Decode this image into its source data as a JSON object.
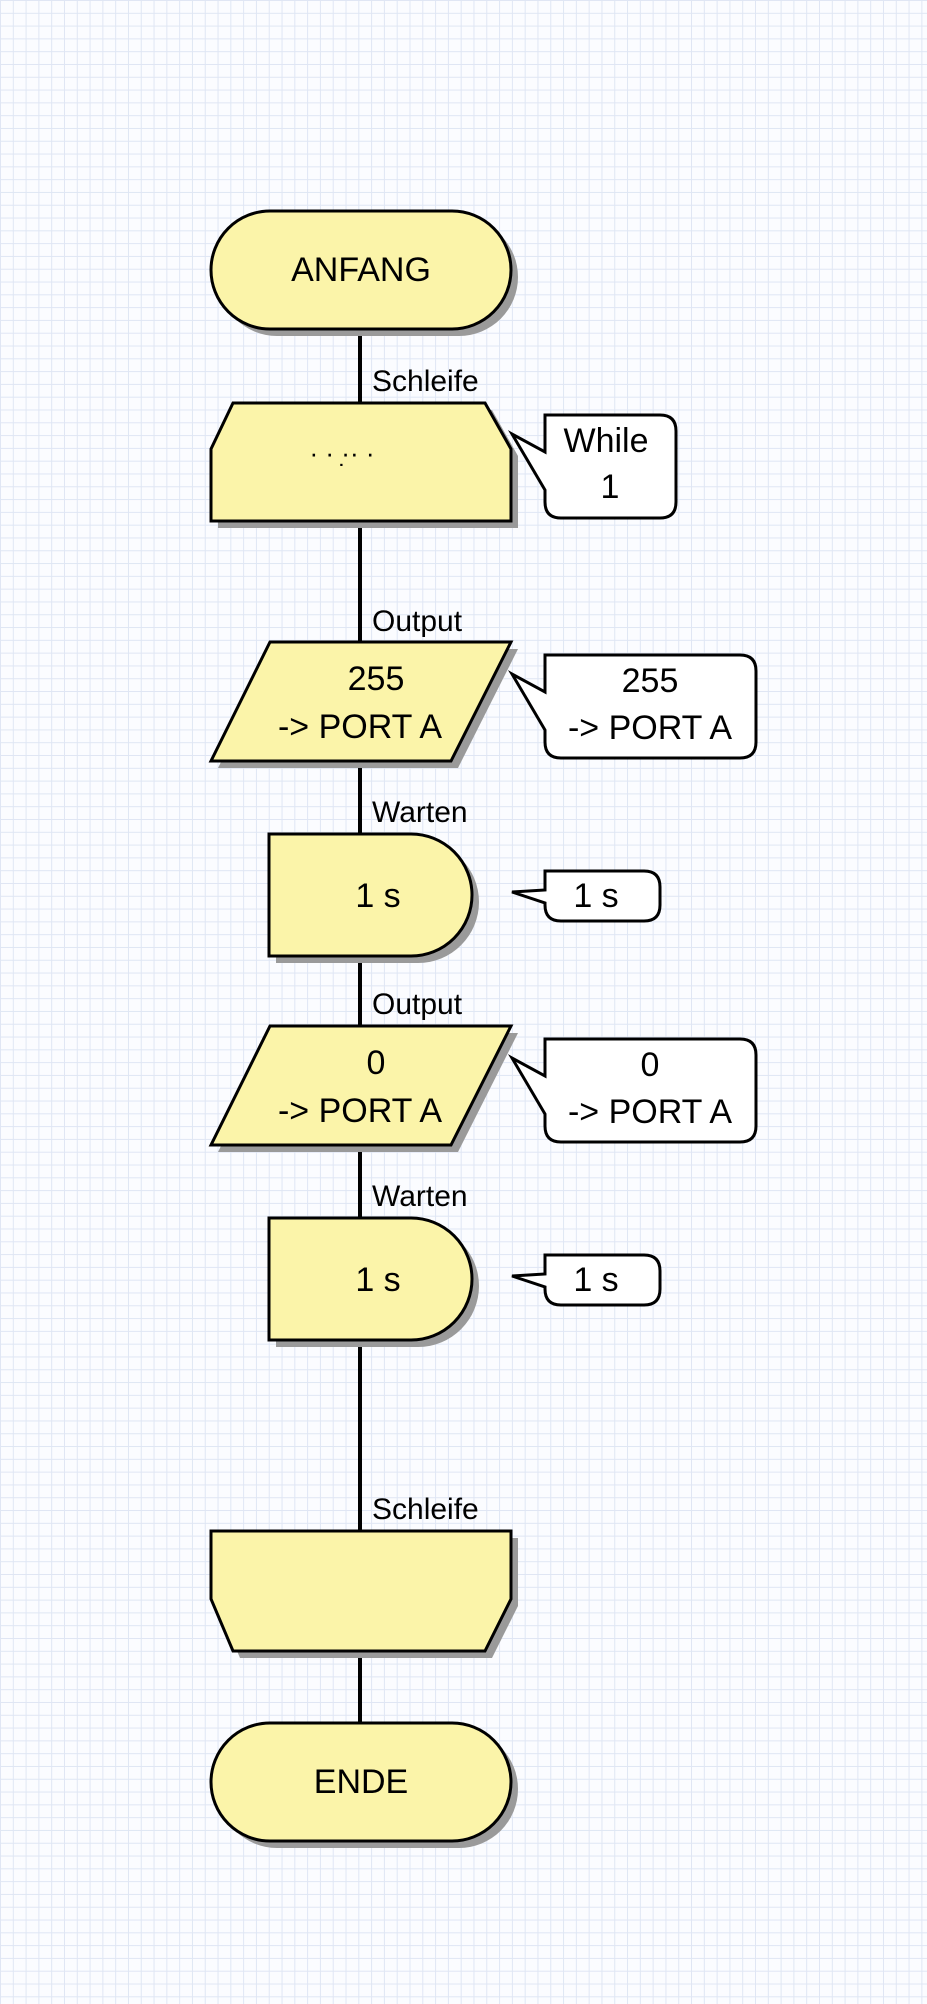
{
  "colors": {
    "shape_fill": "#fbf4a9",
    "shadow": "#9a9a9a",
    "line": "#000000",
    "bubble_fill": "#ffffff"
  },
  "flowchart": {
    "start": {
      "label": "ANFANG"
    },
    "loop_begin": {
      "caption": "Schleife",
      "text": "· · ·̣· ·",
      "bubble": [
        "While",
        "1"
      ]
    },
    "output1": {
      "caption": "Output",
      "lines": [
        "255",
        "-> PORT A"
      ],
      "bubble": [
        "255",
        "-> PORT A"
      ]
    },
    "wait1": {
      "caption": "Warten",
      "text": "1 s",
      "bubble": "1 s"
    },
    "output2": {
      "caption": "Output",
      "lines": [
        "0",
        "-> PORT A"
      ],
      "bubble": [
        "0",
        "-> PORT A"
      ]
    },
    "wait2": {
      "caption": "Warten",
      "text": "1 s",
      "bubble": "1 s"
    },
    "loop_end": {
      "caption": "Schleife"
    },
    "end": {
      "label": "ENDE"
    }
  }
}
